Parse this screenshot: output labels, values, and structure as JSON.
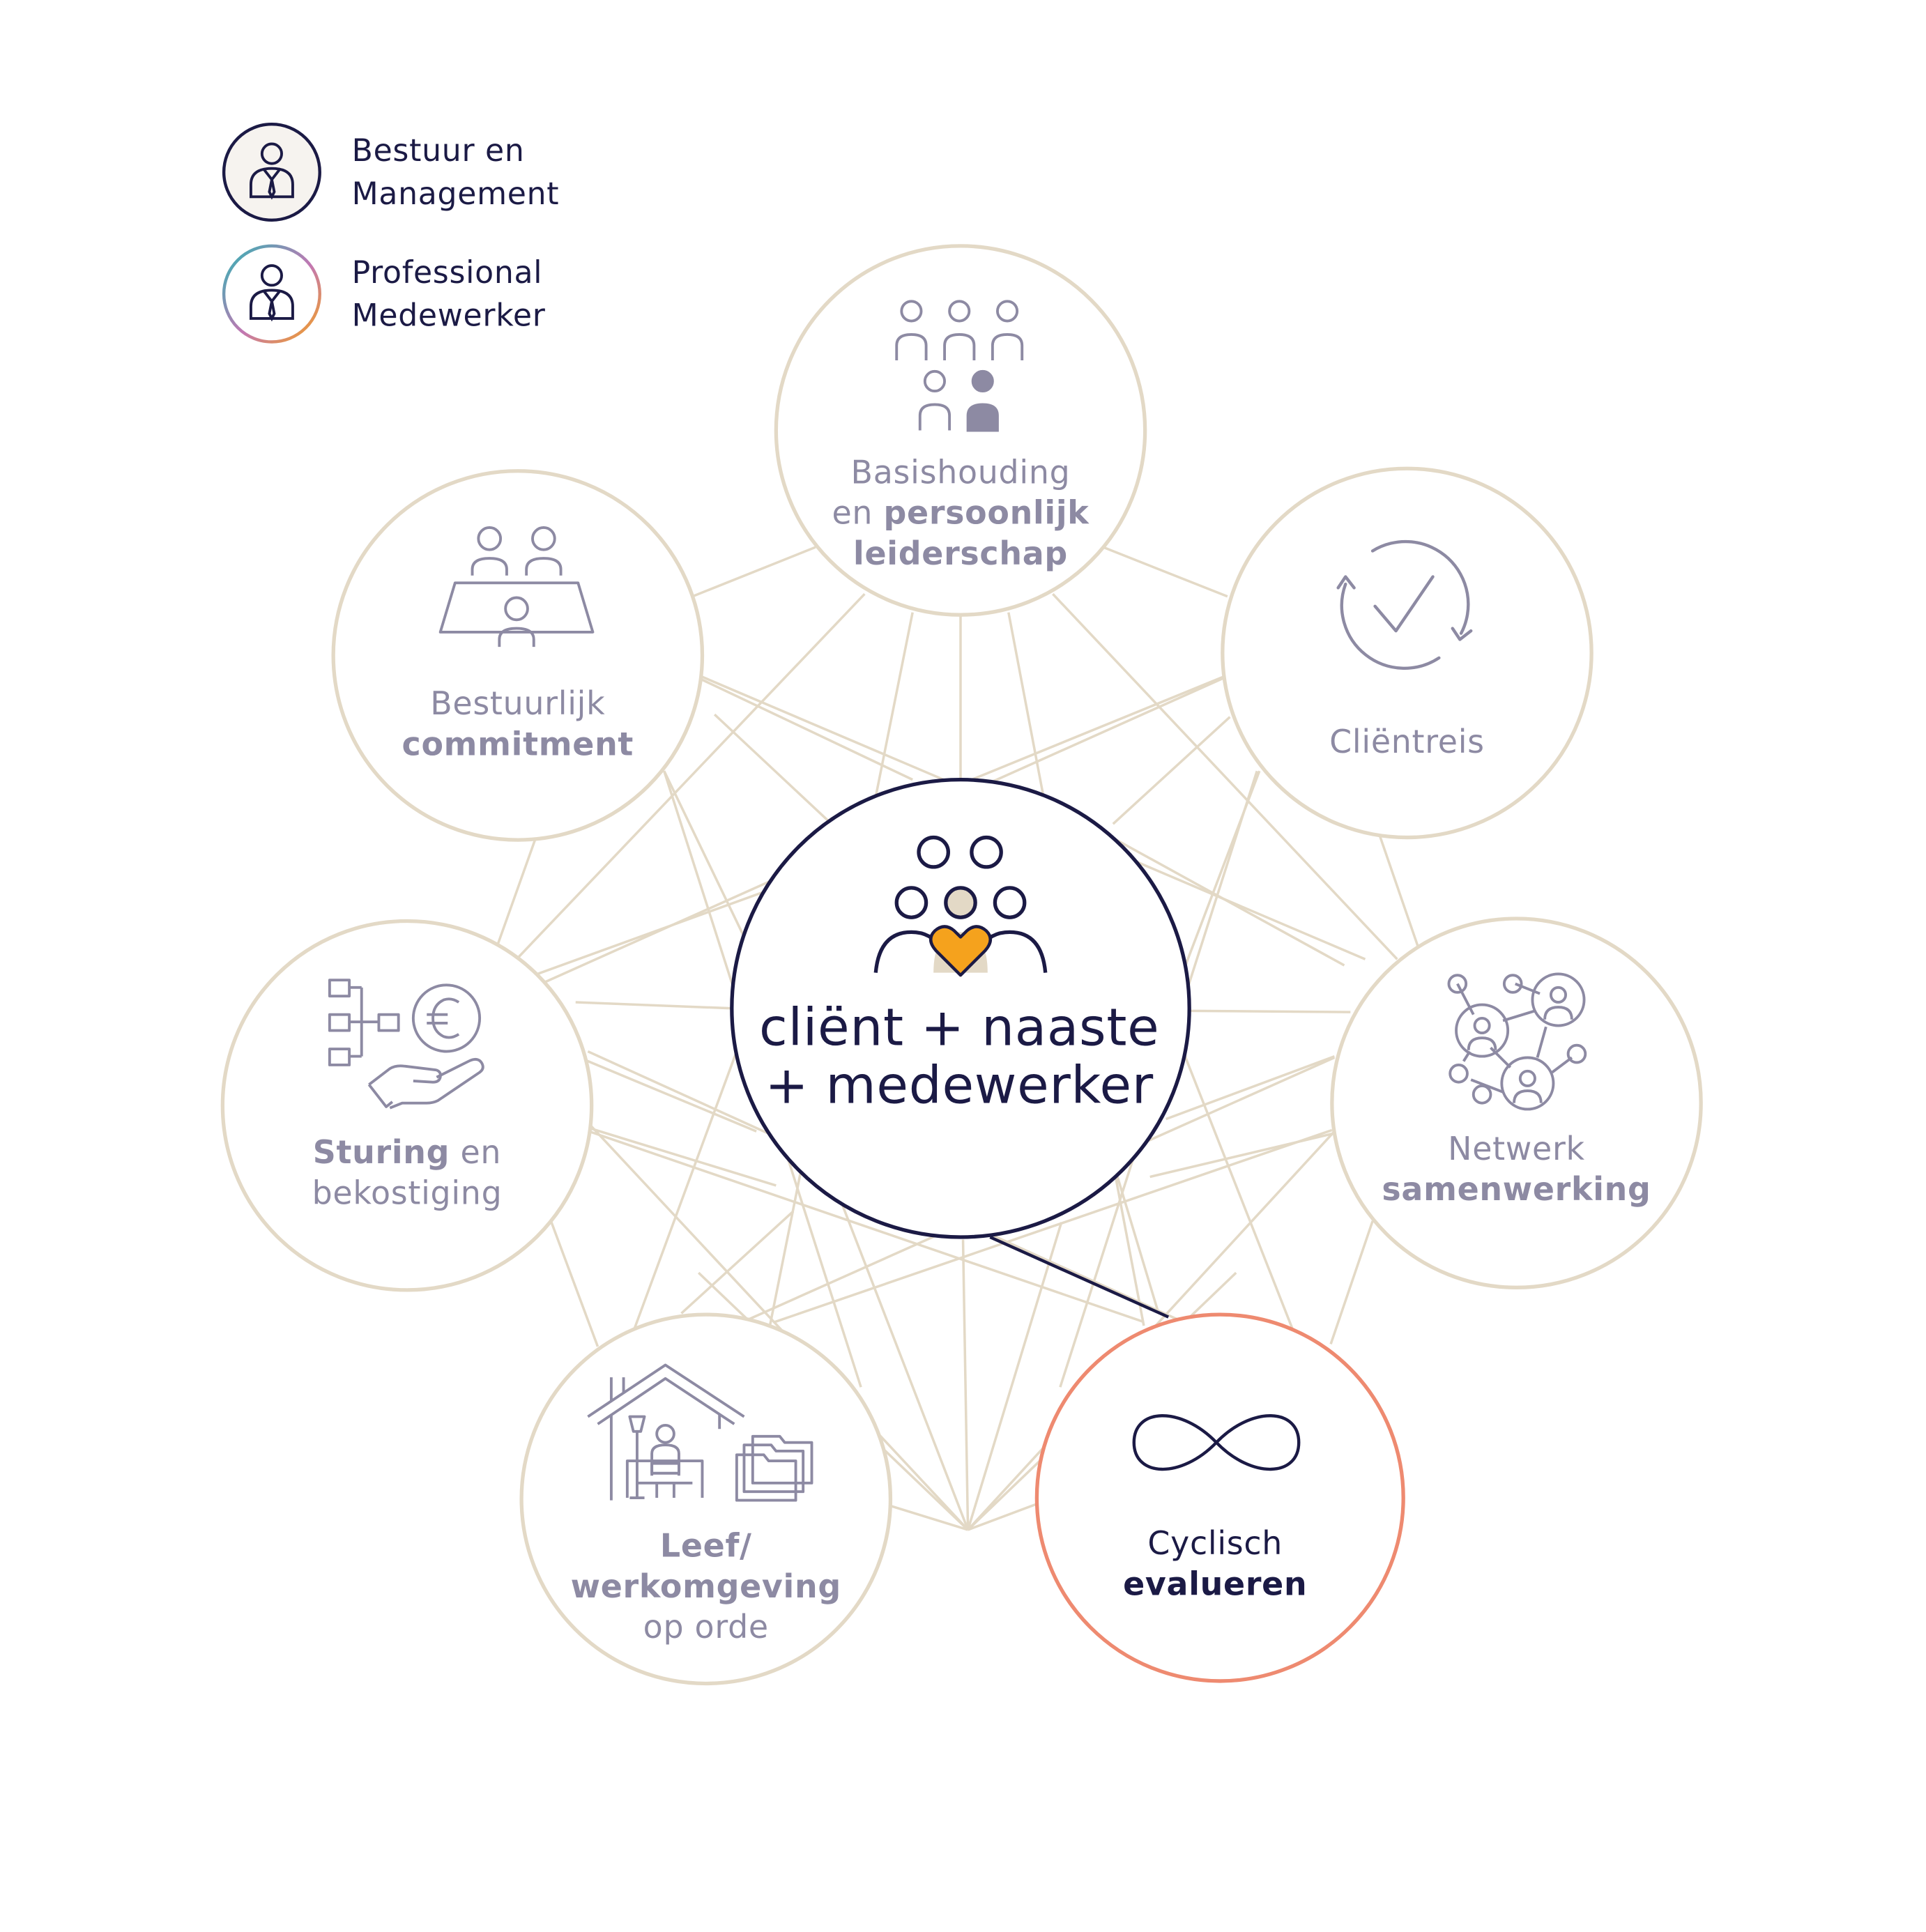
{
  "legend": {
    "item1": {
      "line1": "Bestuur en",
      "line2": "Management"
    },
    "item2": {
      "line1": "Professional",
      "line2": "Medewerker"
    }
  },
  "center": {
    "line1": "cliënt + naaste",
    "line2": "+ medewerker"
  },
  "nodes": {
    "basishouding": {
      "l1": "Basishouding",
      "l2a": "en ",
      "l2b": "persoonlijk",
      "l3": "leiderschap"
    },
    "clientreis": {
      "l1": "Cliëntreis"
    },
    "netwerk": {
      "l1": "Netwerk",
      "l2": "samenwerking"
    },
    "cyclisch": {
      "l1": "Cyclisch",
      "l2": "evalueren"
    },
    "leef": {
      "l1": "Leef/",
      "l2": "werkomgeving",
      "l3": "op orde"
    },
    "sturing": {
      "l1a": "Sturing",
      "l1b": " en",
      "l2": "bekostiging"
    },
    "bestuurlijk": {
      "l1": "Bestuurlijk",
      "l2": "commitment"
    }
  },
  "colors": {
    "navy": "#1b1a45",
    "beige": "#e3d9c6",
    "grey": "#8d8aa3",
    "orange": "#f5a21d",
    "salmon": "#ee8a70",
    "cream": "#f6f3ef"
  },
  "icons": [
    "person-tie-icon",
    "group-people-icon",
    "cycle-check-icon",
    "network-icon",
    "infinity-icon",
    "house-icon",
    "euro-hand-icon",
    "meeting-table-icon",
    "family-heart-icon"
  ]
}
